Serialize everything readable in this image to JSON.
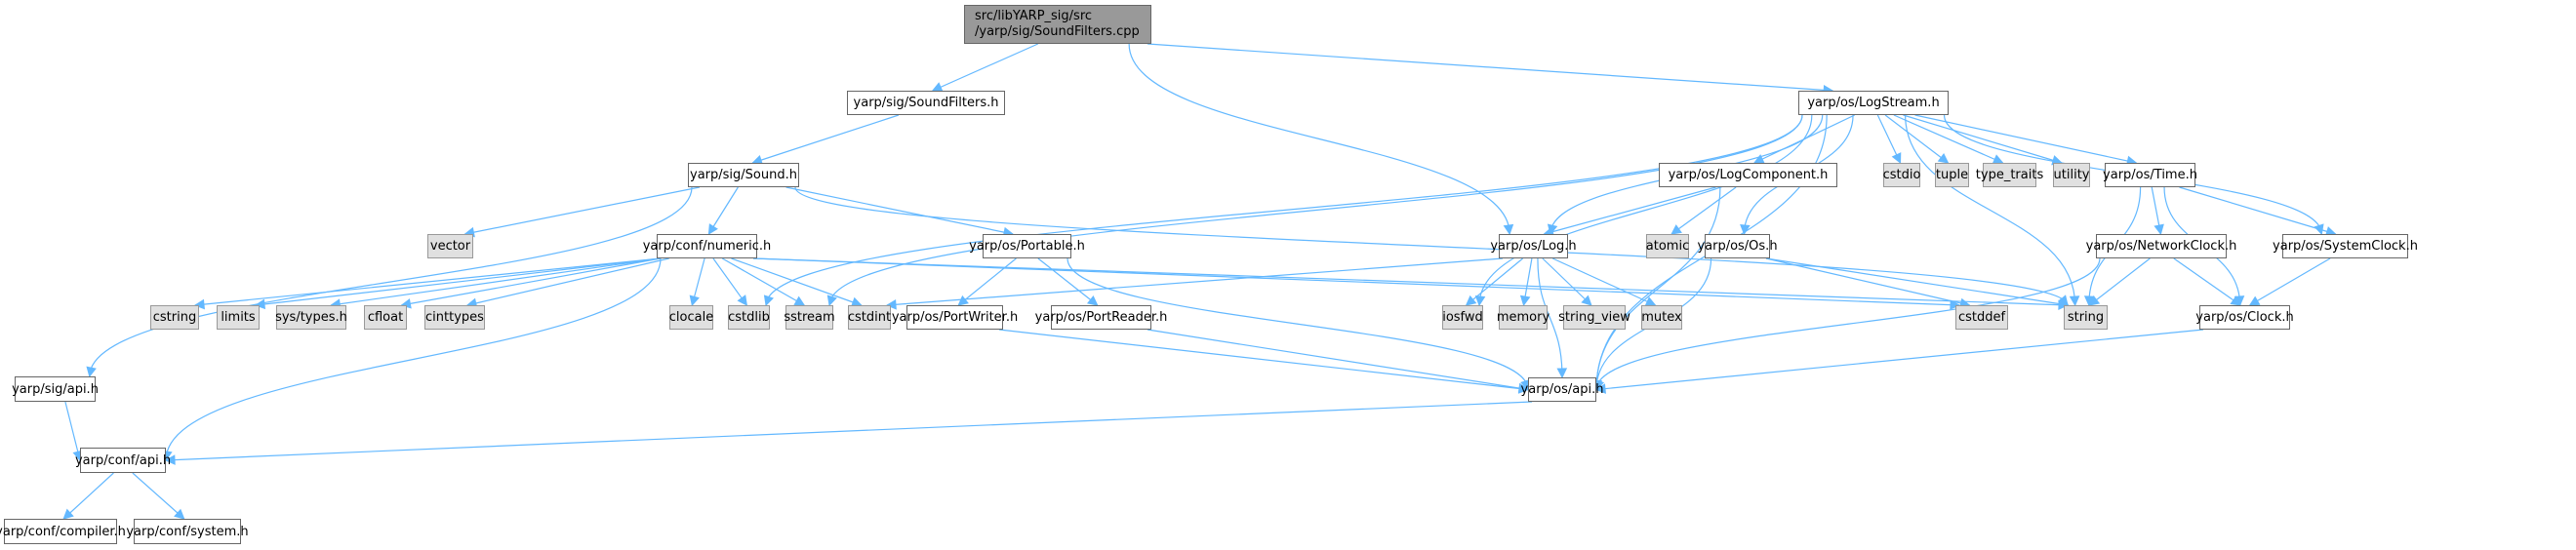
{
  "graph": {
    "title": "Include dependency graph",
    "colors": {
      "edge": "#63b8ff",
      "root_fill": "#999999",
      "local_fill": "#ffffff",
      "system_fill": "#e0e0e0"
    },
    "root": {
      "line1": "src/libYARP_sig/src",
      "line2": "/yarp/sig/SoundFilters.cpp"
    },
    "nodes": {
      "soundfilters_h": "yarp/sig/SoundFilters.h",
      "logstream_h": "yarp/os/LogStream.h",
      "sound_h": "yarp/sig/Sound.h",
      "logcomponent_h": "yarp/os/LogComponent.h",
      "cstdio": "cstdio",
      "tuple": "tuple",
      "type_traits": "type_traits",
      "utility": "utility",
      "time_h": "yarp/os/Time.h",
      "vector": "vector",
      "numeric_h": "yarp/conf/numeric.h",
      "portable_h": "yarp/os/Portable.h",
      "log_h": "yarp/os/Log.h",
      "atomic": "atomic",
      "os_h": "yarp/os/Os.h",
      "networkclock_h": "yarp/os/NetworkClock.h",
      "systemclock_h": "yarp/os/SystemClock.h",
      "cstring": "cstring",
      "limits": "limits",
      "sys_types_h": "sys/types.h",
      "cfloat": "cfloat",
      "cinttypes": "cinttypes",
      "clocale": "clocale",
      "cstdlib": "cstdlib",
      "sstream": "sstream",
      "cstdint": "cstdint",
      "portwriter_h": "yarp/os/PortWriter.h",
      "portreader_h": "yarp/os/PortReader.h",
      "iosfwd": "iosfwd",
      "memory": "memory",
      "string_view": "string_view",
      "mutex": "mutex",
      "cstddef": "cstddef",
      "string": "string",
      "clock_h": "yarp/os/Clock.h",
      "sig_api_h": "yarp/sig/api.h",
      "os_api_h": "yarp/os/api.h",
      "conf_api_h": "yarp/conf/api.h",
      "compiler_h": "yarp/conf/compiler.h",
      "system_h": "yarp/conf/system.h"
    },
    "edges": [
      [
        "root",
        "soundfilters_h"
      ],
      [
        "root",
        "logstream_h"
      ],
      [
        "root",
        "log_h"
      ],
      [
        "soundfilters_h",
        "sound_h"
      ],
      [
        "sound_h",
        "vector"
      ],
      [
        "sound_h",
        "numeric_h"
      ],
      [
        "sound_h",
        "portable_h"
      ],
      [
        "sound_h",
        "string"
      ],
      [
        "sound_h",
        "sig_api_h"
      ],
      [
        "numeric_h",
        "cstring"
      ],
      [
        "numeric_h",
        "limits"
      ],
      [
        "numeric_h",
        "sys_types_h"
      ],
      [
        "numeric_h",
        "cfloat"
      ],
      [
        "numeric_h",
        "cinttypes"
      ],
      [
        "numeric_h",
        "clocale"
      ],
      [
        "numeric_h",
        "cstdlib"
      ],
      [
        "numeric_h",
        "sstream"
      ],
      [
        "numeric_h",
        "cstdint"
      ],
      [
        "numeric_h",
        "cstddef"
      ],
      [
        "numeric_h",
        "string"
      ],
      [
        "numeric_h",
        "conf_api_h"
      ],
      [
        "portable_h",
        "portwriter_h"
      ],
      [
        "portable_h",
        "portreader_h"
      ],
      [
        "portable_h",
        "os_api_h"
      ],
      [
        "portwriter_h",
        "os_api_h"
      ],
      [
        "portreader_h",
        "os_api_h"
      ],
      [
        "logstream_h",
        "logcomponent_h"
      ],
      [
        "logstream_h",
        "cstdio"
      ],
      [
        "logstream_h",
        "tuple"
      ],
      [
        "logstream_h",
        "type_traits"
      ],
      [
        "logstream_h",
        "utility"
      ],
      [
        "logstream_h",
        "time_h"
      ],
      [
        "logstream_h",
        "systemclock_h"
      ],
      [
        "logstream_h",
        "log_h"
      ],
      [
        "logstream_h",
        "os_h"
      ],
      [
        "logstream_h",
        "string"
      ],
      [
        "logstream_h",
        "iosfwd"
      ],
      [
        "logstream_h",
        "sstream"
      ],
      [
        "logstream_h",
        "cstdlib"
      ],
      [
        "logstream_h",
        "os_api_h"
      ],
      [
        "logcomponent_h",
        "log_h"
      ],
      [
        "logcomponent_h",
        "atomic"
      ],
      [
        "logcomponent_h",
        "os_api_h"
      ],
      [
        "log_h",
        "iosfwd"
      ],
      [
        "log_h",
        "memory"
      ],
      [
        "log_h",
        "string_view"
      ],
      [
        "log_h",
        "mutex"
      ],
      [
        "log_h",
        "cstdint"
      ],
      [
        "log_h",
        "os_api_h"
      ],
      [
        "os_h",
        "cstddef"
      ],
      [
        "os_h",
        "string"
      ],
      [
        "os_h",
        "os_api_h"
      ],
      [
        "time_h",
        "networkclock_h"
      ],
      [
        "time_h",
        "systemclock_h"
      ],
      [
        "time_h",
        "clock_h"
      ],
      [
        "time_h",
        "string"
      ],
      [
        "networkclock_h",
        "string"
      ],
      [
        "networkclock_h",
        "clock_h"
      ],
      [
        "networkclock_h",
        "os_api_h"
      ],
      [
        "systemclock_h",
        "clock_h"
      ],
      [
        "clock_h",
        "os_api_h"
      ],
      [
        "sig_api_h",
        "conf_api_h"
      ],
      [
        "os_api_h",
        "conf_api_h"
      ],
      [
        "conf_api_h",
        "compiler_h"
      ],
      [
        "conf_api_h",
        "system_h"
      ]
    ]
  }
}
